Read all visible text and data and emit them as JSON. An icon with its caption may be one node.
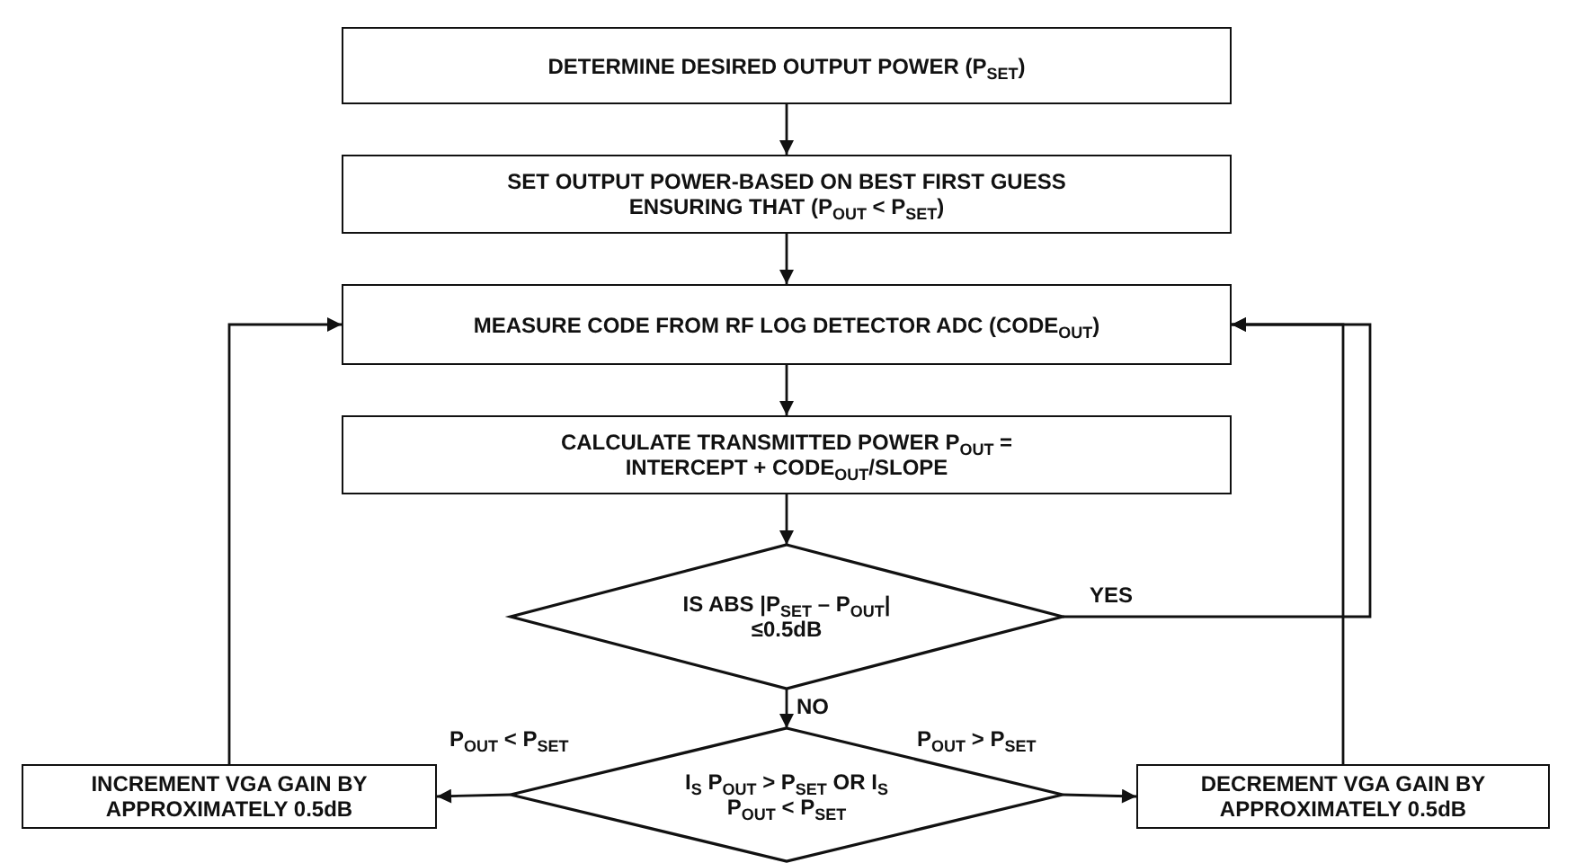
{
  "diagram": {
    "nodes": [
      {
        "text": [
          "DETERMINE DESIRED OUTPUT POWER (P$_{SET}$)"
        ]
      },
      {
        "text": [
          "SET OUTPUT POWER-BASED ON BEST FIRST GUESS ENSURING THAT (P$_{OUT}$ < P$_{SET}$)"
        ]
      },
      {
        "text": [
          "MEASURE CODE FROM RF LOG DETECTOR ADC (CODE$_{OUT}$)"
        ]
      },
      {
        "text": [
          "CALCULATE TRANSMITTED POWER P$_{OUT}$ = INTERCEPT + CODE$_{OUT}$/SLOPE"
        ]
      },
      {
        "text": [
          "IS ABS |P$_{SET}$ – P$_{OUT}$| ≤0.5dB"
        ]
      },
      {
        "text": [
          "I$_{S}$ P$_{OUT}$ > P$_{SET}$ OR I$_{S}$ P$_{OUT}$ < P$_{SET}$"
        ]
      },
      {
        "text": [
          "INCREMENT VGA GAIN BY APPROXIMATELY 0.5dB"
        ]
      },
      {
        "text": [
          "DECREMENT VGA GAIN BY APPROXIMATELY 0.5dB"
        ]
      }
    ],
    "edges": [
      {
        "from": 0,
        "to": 1,
        "arrow": "to"
      },
      {
        "from": 1,
        "to": 2,
        "arrow": "to"
      },
      {
        "from": 2,
        "to": 3,
        "arrow": "to"
      },
      {
        "from": 3,
        "to": 4,
        "arrow": "to"
      },
      {
        "from": 4,
        "to": 2,
        "arrow": "to",
        "label": "YES"
      },
      {
        "from": 4,
        "to": 5,
        "arrow": "to",
        "label": "NO"
      },
      {
        "from": 5,
        "to": 6,
        "arrow": "to",
        "label": "P$_{OUT}$ < P$_{SET}$"
      },
      {
        "from": 5,
        "to": 7,
        "arrow": "to",
        "label": "P$_{OUT}$ > P$_{SET}$"
      },
      {
        "from": 6,
        "to": 2,
        "arrow": "to"
      },
      {
        "from": 7,
        "to": 2,
        "arrow": "to"
      }
    ]
  }
}
